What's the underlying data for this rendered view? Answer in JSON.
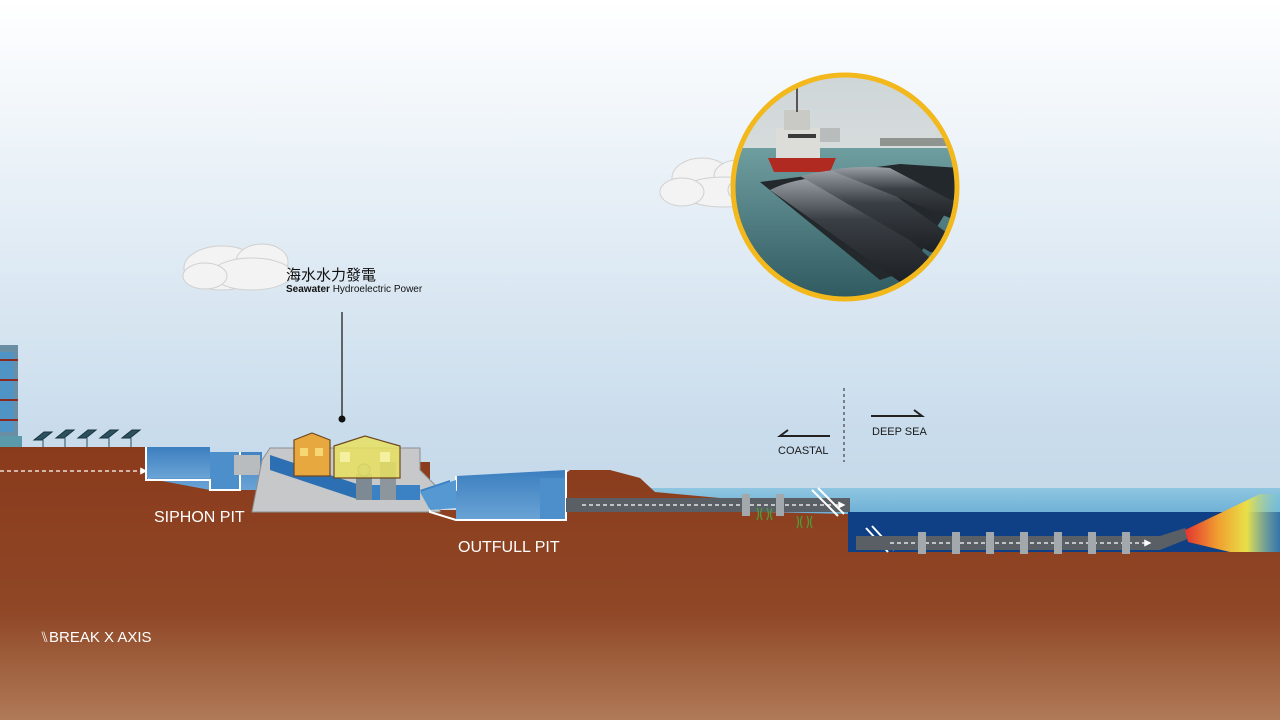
{
  "diagram": {
    "title_zh": "海水水力發電",
    "title_en_bold": "Seawater",
    "title_en_rest": "Hydroelectric Power",
    "siphon_pit_label": "SIPHON PIT",
    "outfull_pit_label": "OUTFULL PIT",
    "coastal_label": "COASTAL",
    "deep_sea_label": "DEEP SEA",
    "break_axis_label": "BREAK X AXIS"
  },
  "colors": {
    "soil": "#8a4020",
    "water": "#2f7fc4",
    "pipe": "#555a60",
    "photo_ring": "#f2b81c"
  },
  "icons": [
    "cloud-icon",
    "solar-panel-icon",
    "building-icon",
    "ship-photo"
  ]
}
